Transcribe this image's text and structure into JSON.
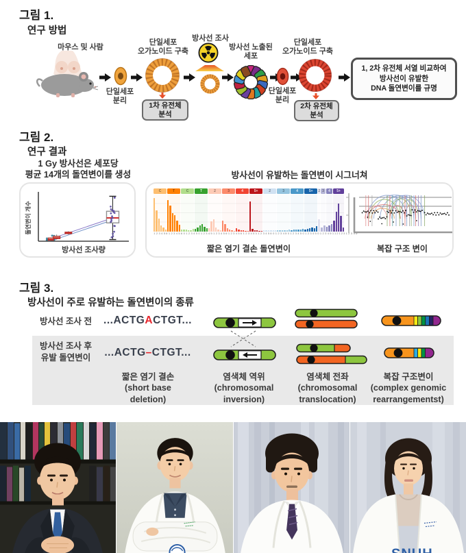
{
  "figure1": {
    "label": "그림 1.",
    "title": "연구 방법",
    "source_label": "마우스 및 사람",
    "isolate1_label": "단일세포\n분리",
    "organoid1_label": "단일세포\n오가노이드 구축",
    "analysis1_label": "1차 유전체\n분석",
    "irradiation_label": "방사선 조사",
    "exposed_label": "방사선 노출된\n세포",
    "isolate2_label": "단일세포\n분리",
    "organoid2_label": "단일세포\n오가노이드 구축",
    "analysis2_label": "2차 유전체\n분석",
    "conclusion_label": "1, 2차 유전체 서열 비교하여\n방사선이 유발한\nDNA 돌연변이를 규명",
    "exposed_cell_colors": [
      "#c4257d",
      "#7b2d8b",
      "#2e9e49",
      "#e0a020",
      "#3a6ac0",
      "#d04020",
      "#1fa0a0",
      "#e07820",
      "#6a40a0",
      "#a0c030",
      "#c02040",
      "#4090d0",
      "#e0d020",
      "#8a4a20"
    ]
  },
  "figure2": {
    "label": "그림 2.",
    "title": "연구 결과",
    "left_chart_title": "1 Gy 방사선은 세포당\n평균 14개의 돌연변이를 생성",
    "right_chart_title": "방사선이 유발하는 돌연변이 시그너쳐",
    "indel_caption": "짧은 염기 결손 돌연변이",
    "sv_caption": "복잡 구조 변이"
  },
  "chart_data": [
    {
      "type": "box",
      "title": "1 Gy 방사선은 세포당 평균 14개의 돌연변이를 생성",
      "xlabel": "방사선 조사량",
      "ylabel": "돌연변이 개수",
      "ylim": [
        0,
        28
      ],
      "groups": [
        {
          "x": 0.1,
          "median": 1,
          "q1": 0.5,
          "q3": 2,
          "lo": 0,
          "hi": 3,
          "style": "cluster",
          "color": "#2e7f96",
          "n_points": 14
        },
        {
          "x": 0.17,
          "median": 2,
          "q1": 1.5,
          "q3": 3,
          "lo": 1,
          "hi": 4,
          "style": "smallbox",
          "color": "#c14b3a",
          "n_points": 6
        },
        {
          "x": 0.31,
          "median": 5,
          "q1": 4.5,
          "q3": 5.5,
          "lo": 4,
          "hi": 6,
          "style": "smallbox",
          "color": "#c14b3a",
          "n_points": 4
        },
        {
          "x": 0.84,
          "median": 14,
          "q1": 11,
          "q3": 18,
          "lo": 1,
          "hi": 27,
          "style": "bigbox",
          "color": "#5b4ea0",
          "n_points": 20
        }
      ],
      "trend_lines": [
        {
          "color": "#8878c8",
          "from_group": 0,
          "to_group": 3
        },
        {
          "color": "#7090c8",
          "from_group": 0,
          "to_group": 3
        }
      ]
    },
    {
      "type": "bar",
      "subtype": "indel-signature-ID83",
      "caption": "짧은 염기 결손 돌연변이",
      "ylim": [
        0,
        1
      ],
      "groups": [
        {
          "label": "C",
          "color": "#FDBE6F",
          "values": [
            0.95,
            0.6,
            0.36,
            0.18,
            0.12,
            0.06
          ],
          "ticks": [
            "1",
            "2",
            "3",
            "4",
            "5",
            "6+"
          ]
        },
        {
          "label": "T",
          "color": "#FF8001",
          "values": [
            0.88,
            0.74,
            0.52,
            0.46,
            0.3,
            0.2
          ],
          "ticks": [
            "1",
            "2",
            "3",
            "4",
            "5",
            "6+"
          ]
        },
        {
          "label": "C",
          "color": "#B0DD8B",
          "values": [
            0.05,
            0.06,
            0.05,
            0.04,
            0.03,
            0.08
          ],
          "ticks": [
            "0",
            "1",
            "2",
            "3",
            "4",
            "5+"
          ]
        },
        {
          "label": "T",
          "color": "#36A12E",
          "values": [
            0.08,
            0.12,
            0.18,
            0.22,
            0.14,
            0.09
          ],
          "ticks": [
            "0",
            "1",
            "2",
            "3",
            "4",
            "5+"
          ]
        },
        {
          "label": "2",
          "color": "#FDCAB5",
          "values": [
            0.1,
            0.28,
            0.34,
            0.12,
            0.05,
            0.03
          ],
          "ticks": [
            "1",
            "2",
            "3",
            "4",
            "5",
            "6+"
          ]
        },
        {
          "label": "3",
          "color": "#FC8A6A",
          "values": [
            0.3,
            0.22,
            0.1,
            0.05,
            0.03,
            0.02
          ],
          "ticks": [
            "1",
            "2",
            "3",
            "4",
            "5",
            "6+"
          ]
        },
        {
          "label": "4",
          "color": "#F14432",
          "values": [
            0.09,
            0.05,
            0.04,
            0.03,
            0.02,
            0.02
          ],
          "ticks": [
            "1",
            "2",
            "3",
            "4",
            "5",
            "6+"
          ]
        },
        {
          "label": "5+",
          "color": "#BC141A",
          "values": [
            0.85,
            0.07,
            0.04,
            0.03,
            0.02,
            0.02
          ],
          "ticks": [
            "1",
            "2",
            "3",
            "4",
            "5",
            "6+"
          ]
        },
        {
          "label": "2",
          "color": "#D0E1F2",
          "values": [
            0.03,
            0.03,
            0.03,
            0.03,
            0.03,
            0.04
          ],
          "ticks": [
            "0",
            "1",
            "2",
            "3",
            "4",
            "5+"
          ]
        },
        {
          "label": "3",
          "color": "#94C4DF",
          "values": [
            0.03,
            0.03,
            0.04,
            0.04,
            0.04,
            0.05
          ],
          "ticks": [
            "0",
            "1",
            "2",
            "3",
            "4",
            "5+"
          ]
        },
        {
          "label": "4",
          "color": "#4A98C9",
          "values": [
            0.04,
            0.05,
            0.05,
            0.06,
            0.06,
            0.08
          ],
          "ticks": [
            "0",
            "1",
            "2",
            "3",
            "4",
            "5+"
          ]
        },
        {
          "label": "5+",
          "color": "#1764AB",
          "values": [
            0.06,
            0.08,
            0.1,
            0.12,
            0.09,
            0.15
          ],
          "ticks": [
            "0",
            "1",
            "2",
            "3",
            "4",
            "5+"
          ]
        },
        {
          "label": "2",
          "color": "#E1E1EF",
          "values": [
            0.35
          ],
          "ticks": [
            "1"
          ]
        },
        {
          "label": "3",
          "color": "#B6B6D8",
          "values": [
            0.12,
            0.18
          ],
          "ticks": [
            "1",
            "2"
          ]
        },
        {
          "label": "4",
          "color": "#8683BD",
          "values": [
            0.14,
            0.18,
            0.22
          ],
          "ticks": [
            "1",
            "2",
            "3"
          ]
        },
        {
          "label": "5+",
          "color": "#61409B",
          "values": [
            0.3,
            0.55,
            0.78,
            0.45,
            0.12
          ],
          "ticks": [
            "1",
            "2",
            "3",
            "4",
            "5+"
          ]
        }
      ]
    },
    {
      "type": "rearrangement",
      "caption": "복잡 구조 변이",
      "hlines": [
        0.08,
        0.34
      ],
      "vlines": [
        {
          "x": 0.06,
          "c": "#df8a8a"
        },
        {
          "x": 0.09,
          "c": "#d87070"
        },
        {
          "x": 0.13,
          "c": "#aaaaaa"
        },
        {
          "x": 0.3,
          "c": "#8aa86a"
        },
        {
          "x": 0.33,
          "c": "#d87070"
        },
        {
          "x": 0.36,
          "c": "#5aA0a0"
        },
        {
          "x": 0.4,
          "c": "#8098c8"
        },
        {
          "x": 0.44,
          "c": "#8aa86a"
        },
        {
          "x": 0.47,
          "c": "#8098c8"
        },
        {
          "x": 0.5,
          "c": "#d87070"
        },
        {
          "x": 0.52,
          "c": "#8098c8"
        },
        {
          "x": 0.55,
          "c": "#9a9a9a"
        },
        {
          "x": 0.57,
          "c": "#8aa86a"
        },
        {
          "x": 0.6,
          "c": "#8098c8"
        },
        {
          "x": 0.62,
          "c": "#d87070"
        },
        {
          "x": 0.65,
          "c": "#9a80b8"
        },
        {
          "x": 0.68,
          "c": "#8098c8"
        },
        {
          "x": 0.72,
          "c": "#8aa86a"
        }
      ],
      "arcs": [
        {
          "x1": 0.08,
          "x2": 0.52,
          "peak": 0.02,
          "c": "#8aa0d0"
        },
        {
          "x1": 0.15,
          "x2": 0.62,
          "peak": 0.01,
          "c": "#90a8d8"
        },
        {
          "x1": 0.22,
          "x2": 0.68,
          "peak": 0.03,
          "c": "#8098c8"
        },
        {
          "x1": 0.3,
          "x2": 0.72,
          "peak": 0.02,
          "c": "#90a8d8"
        },
        {
          "x1": 0.35,
          "x2": 0.6,
          "peak": 0.05,
          "c": "#8aa0d0"
        },
        {
          "x1": 0.1,
          "x2": 0.44,
          "peak": 0.14,
          "c": "#9ab86a"
        },
        {
          "x1": 0.33,
          "x2": 0.57,
          "peak": 0.12,
          "c": "#86aa58"
        },
        {
          "x1": 0.44,
          "x2": 0.65,
          "peak": 0.15,
          "c": "#9ab86a"
        },
        {
          "x1": 0.05,
          "x2": 0.3,
          "peak": 0.3,
          "c": "#e08888"
        },
        {
          "x1": 0.33,
          "x2": 0.5,
          "peak": 0.28,
          "c": "#d87070"
        },
        {
          "x1": 0.5,
          "x2": 0.62,
          "peak": 0.3,
          "c": "#e08888"
        },
        {
          "x1": 0.08,
          "x2": 0.45,
          "peak": 0.26,
          "c": "#d87070"
        },
        {
          "x1": 0.12,
          "x2": 0.38,
          "peak": 0.4,
          "c": "#e0a060"
        }
      ],
      "coverage_segments": [
        {
          "x1": 0.02,
          "x2": 0.2,
          "y": 0.5
        },
        {
          "x1": 0.2,
          "x2": 0.3,
          "y": 0.68
        },
        {
          "x1": 0.3,
          "x2": 0.52,
          "y": 0.5
        },
        {
          "x1": 0.52,
          "x2": 0.58,
          "y": 0.6
        },
        {
          "x1": 0.58,
          "x2": 0.7,
          "y": 0.48
        },
        {
          "x1": 0.72,
          "x2": 1.0,
          "y": 0.56
        }
      ],
      "outliers": [
        {
          "x": 0.11,
          "y": 0.78
        },
        {
          "x": 0.24,
          "y": 0.85
        },
        {
          "x": 0.37,
          "y": 0.8
        },
        {
          "x": 0.48,
          "y": 0.86
        },
        {
          "x": 0.63,
          "y": 0.76
        },
        {
          "x": 0.08,
          "y": 0.66
        }
      ]
    }
  ],
  "figure3": {
    "label": "그림 3.",
    "title": "방사선이 주로 유발하는 돌연변이의 종류",
    "row_before": "방사선 조사 전",
    "row_after": "방사선 조사 후\n유발 돌연변이",
    "seq_before": {
      "pre": "...ACTG",
      "mut": "A",
      "post": "CTGT..."
    },
    "seq_after": {
      "pre": "...ACTG",
      "mut": "–",
      "post": "CTGT..."
    },
    "captions": [
      "짧은 염기 결손\n(short base\ndeletion)",
      "염색체 역위\n(chromosomal\ninversion)",
      "염색체 전좌\n(chromosomal\ntranslocation)",
      "복잡 구조변이\n(complex genomic\nrearrangementst)"
    ]
  },
  "photos": [
    {
      "alt": "연구자 1 — 책장 배경, 정장과 파란 넥타이를 착용한 남성"
    },
    {
      "alt": "연구자 2 — 남색 셔츠 위에 흰 가운을 입고 팔짱을 낀 남성"
    },
    {
      "alt": "연구자 3 — 병원 배경, 흰 가운과 넥타이를 착용한 남성"
    },
    {
      "alt": "연구자 4 — 흰 가운을 입은 여성",
      "badge": "SNUH"
    }
  ],
  "colors": {
    "organoid_orange": "#EE9F3C",
    "organoid_red": "#DC4632",
    "radiation_yellow": "#F5D328",
    "accent_red": "#E8502A",
    "gray_band": "#E9E9E9"
  }
}
